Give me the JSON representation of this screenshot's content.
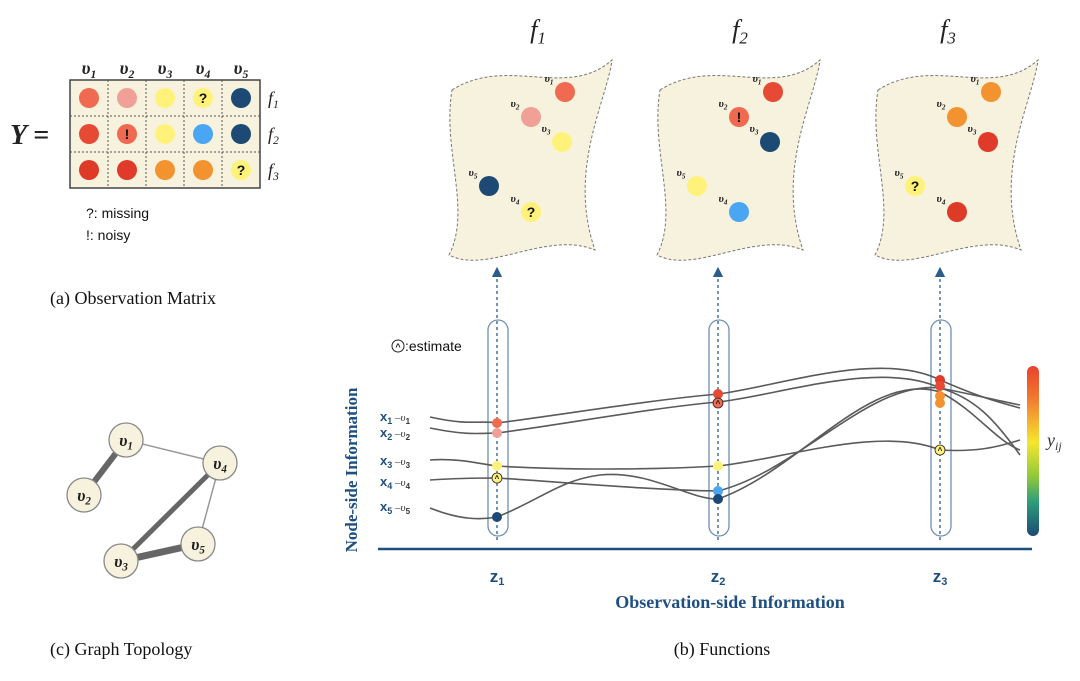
{
  "panel_a": {
    "matrix_label": "Y =",
    "col_headers": [
      "υ1",
      "υ2",
      "υ3",
      "υ4",
      "υ5"
    ],
    "row_labels": [
      "f1",
      "f2",
      "f3"
    ],
    "cells": [
      [
        {
          "color": "#ef6a50"
        },
        {
          "color": "#f0a096"
        },
        {
          "color": "#fff27a"
        },
        {
          "color": "#fff27a",
          "mark": "?"
        },
        {
          "color": "#1c4a74"
        }
      ],
      [
        {
          "color": "#e64a34"
        },
        {
          "color": "#ef6a50",
          "mark": "!"
        },
        {
          "color": "#fff27a"
        },
        {
          "color": "#4aa6f2"
        },
        {
          "color": "#1c4a74"
        }
      ],
      [
        {
          "color": "#de3a28"
        },
        {
          "color": "#e03a2a"
        },
        {
          "color": "#f3932f"
        },
        {
          "color": "#f3932f"
        },
        {
          "color": "#fff27a",
          "mark": "?"
        }
      ]
    ],
    "legend_missing": "?: missing",
    "legend_noisy": "!: noisy",
    "caption": "(a) Observation Matrix"
  },
  "panel_c": {
    "nodes": [
      "υ1",
      "υ2",
      "υ3",
      "υ4",
      "υ5"
    ],
    "caption": "(c) Graph Topology"
  },
  "panel_b": {
    "titles": [
      "f1",
      "f2",
      "f3"
    ],
    "sheets": [
      [
        {
          "label": "υ1",
          "color": "#ef6a50"
        },
        {
          "label": "υ2",
          "color": "#f0a096"
        },
        {
          "label": "υ3",
          "color": "#fff27a"
        },
        {
          "label": "υ5",
          "color": "#1c4a74"
        },
        {
          "label": "υ4",
          "color": "#fff27a",
          "mark": "?"
        }
      ],
      [
        {
          "label": "υ1",
          "color": "#e64a34"
        },
        {
          "label": "υ2",
          "color": "#ef6a50",
          "mark": "!"
        },
        {
          "label": "υ3",
          "color": "#1c4a74"
        },
        {
          "label": "υ5",
          "color": "#fff27a"
        },
        {
          "label": "υ4",
          "color": "#4aa6f2"
        }
      ],
      [
        {
          "label": "υ1",
          "color": "#f3932f"
        },
        {
          "label": "υ2",
          "color": "#f3932f"
        },
        {
          "label": "υ3",
          "color": "#e03a2a"
        },
        {
          "label": "υ5",
          "color": "#fff27a",
          "mark": "?"
        },
        {
          "label": "υ4",
          "color": "#de3a28"
        }
      ]
    ],
    "estimate_legend": ":estimate",
    "row_labels": [
      "x1 –υ1",
      "x2 –υ2",
      "x3 –υ3",
      "x4 –υ4",
      "x5 –υ5"
    ],
    "z_labels": [
      "z1",
      "z2",
      "z3"
    ],
    "y_axis_label": "Node-side Information",
    "x_axis_label": "Observation-side Information",
    "colorbar_label": "y_ij",
    "colorbar_colors": [
      "#e8412e",
      "#f27d2f",
      "#f6e62e",
      "#8fc93a",
      "#2f9c7a",
      "#1c4a74"
    ],
    "caption": "(b) Functions"
  }
}
